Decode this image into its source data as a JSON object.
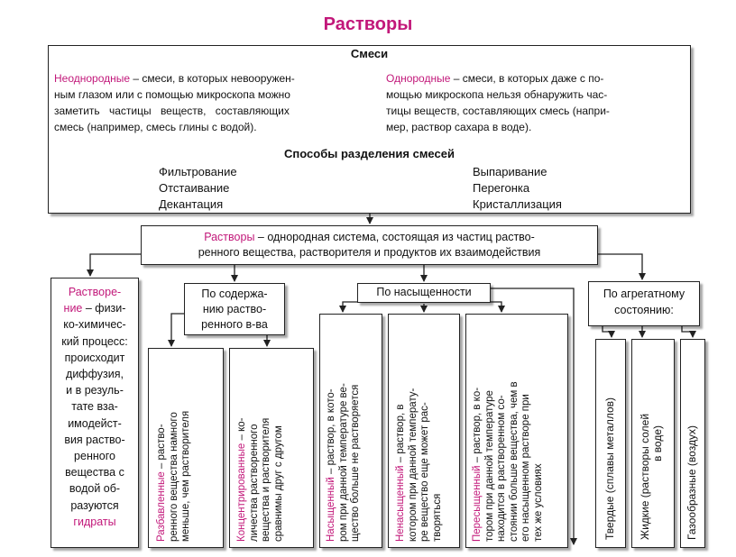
{
  "title": "Растворы",
  "mixtures": {
    "header": "Смеси",
    "heterogeneous": {
      "term": "Неоднородные",
      "lines": [
        " – смеси, в которых невооружен-",
        "ным глазом или с помощью микроскопа можно",
        "заметить частицы веществ, составляющих",
        "смесь (например, смесь глины с водой)."
      ]
    },
    "homogeneous": {
      "term": "Однородные",
      "lines": [
        " – смеси, в которых даже с по-",
        "мощью микроскопа нельзя обнаружить час-",
        "тицы веществ, составляющих смесь (напри-",
        "мер, раствор сахара в воде)."
      ]
    },
    "separation_header": "Способы разделения смесей",
    "methods_left": [
      "Фильтрование",
      "Отстаивание",
      "Декантация"
    ],
    "methods_right": [
      "Выпаривание",
      "Перегонка",
      "Кристаллизация"
    ]
  },
  "solutions_def": {
    "term": "Растворы",
    "line1": " – однородная система, состоящая из частиц раство-",
    "line2": "ренного вещества, растворителя и продуктов их взаимодействия"
  },
  "dissolution": {
    "term_part1": "Растворе-",
    "term_part2": "ние",
    "lines": [
      " – физи-",
      "ко-химичес-",
      "кий процесс:",
      "происходит",
      "диффузия,",
      "и в резуль-",
      "тате вза-",
      "имодейст-",
      "вия раство-",
      "ренного",
      "вещества с",
      "водой об-",
      "разуются"
    ],
    "term_end": "гидраты"
  },
  "by_content": {
    "header": [
      "По содержа-",
      "нию раство-",
      "ренного в-ва"
    ],
    "dilute": {
      "term": "Разбавленные",
      "rest": " – раство-",
      "lines": [
        "ренного вещества намного",
        "меньше, чем растворителя"
      ]
    },
    "concentrated": {
      "term": "Концентрированные",
      "rest": " – ко-",
      "lines": [
        "личества растворенного",
        "вещества и растворителя",
        "сравнимы друг с другом"
      ]
    }
  },
  "by_saturation": {
    "header": "По насыщенности",
    "saturated": {
      "term": "Насыщенный",
      "rest": " – раствор, в кото-",
      "lines": [
        "ром при данной температуре ве-",
        "щество больше не растворяется"
      ]
    },
    "unsaturated": {
      "term": "Ненасыщенный",
      "rest": " – раствор, в",
      "lines": [
        "котором при данной температу-",
        "ре вещество еще может рас-",
        "творяться"
      ]
    },
    "supersaturated": {
      "term": "Пересыщенный",
      "rest": " – раствор, в ко-",
      "lines": [
        "тором при данной температуре",
        "находится в растворенном со-",
        "стоянии больше вещества, чем в",
        "его насыщенном растворе при",
        "тех же условиях"
      ]
    }
  },
  "by_state": {
    "header": [
      "По агрегатному",
      "состоянию:"
    ],
    "solid": "Твердые (сплавы металлов)",
    "liquid": [
      "Жидкие (растворы солей",
      "в воде)"
    ],
    "gaseous": "Газообразные (воздух)"
  }
}
